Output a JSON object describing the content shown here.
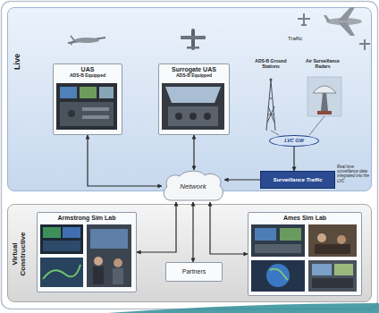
{
  "diagram": {
    "nodes": [
      {
        "text": [
          "Live"
        ]
      },
      {
        "text": [
          "UAS",
          "ADS-B Equipped"
        ],
        "in": 0
      },
      {
        "text": [
          "Surrogate UAS",
          "ADS-B Equipped"
        ],
        "in": 0
      },
      {
        "text": [
          "LVC GW"
        ],
        "in": 0
      },
      {
        "text": [
          "Surveillance Traffic"
        ],
        "in": 0
      },
      {
        "text": [
          "Network"
        ]
      },
      {
        "text": [
          "Virtual Constructive"
        ]
      },
      {
        "text": [
          "Armstrong Sim Lab"
        ],
        "in": 6
      },
      {
        "text": [
          "Partners"
        ],
        "in": 6
      },
      {
        "text": [
          "Ames Sim Lab"
        ],
        "in": 6
      }
    ],
    "edges": [
      {
        "from": 1,
        "to": 5,
        "arrow": "both"
      },
      {
        "from": 2,
        "to": 5,
        "arrow": "both"
      },
      {
        "from": 3,
        "to": 4,
        "arrow": "to"
      },
      {
        "from": 4,
        "to": 5,
        "arrow": "to"
      },
      {
        "from": 5,
        "to": 7,
        "arrow": "both"
      },
      {
        "from": 5,
        "to": 8,
        "arrow": "both"
      },
      {
        "from": 5,
        "to": 9,
        "arrow": "both"
      }
    ],
    "labels": [
      "Traffic",
      "ADS-B Ground Stations",
      "Air Surveillance Radars",
      "Real time surveillance data integrated into the LVC"
    ]
  }
}
